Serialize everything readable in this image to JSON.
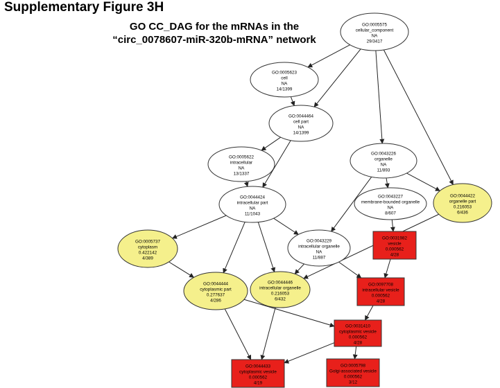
{
  "figure_label": "Supplementary Figure 3H",
  "title_line1": "GO CC_DAG for the mRNAs in the",
  "title_line2": "“circ_0078607-miR-320b-mRNA” network",
  "colors": {
    "not_enriched": "#ffffff",
    "enriched_moderate": "#f5f08c",
    "enriched_significant": "#e8201b"
  },
  "nodes": [
    {
      "id": "GO:0005575",
      "name": "cellular_component",
      "p": "NA",
      "ratio": "29/3417",
      "status": "not_enriched"
    },
    {
      "id": "GO:0005623",
      "name": "cell",
      "p": "NA",
      "ratio": "14/1399",
      "status": "not_enriched"
    },
    {
      "id": "GO:0044464",
      "name": "cell part",
      "p": "NA",
      "ratio": "14/1399",
      "status": "not_enriched"
    },
    {
      "id": "GO:0005622",
      "name": "intracellular",
      "p": "NA",
      "ratio": "13/1337",
      "status": "not_enriched"
    },
    {
      "id": "GO:0043226",
      "name": "organelle",
      "p": "NA",
      "ratio": "11/893",
      "status": "not_enriched"
    },
    {
      "id": "GO:0044424",
      "name": "intracellular part",
      "p": "NA",
      "ratio": "11/1043",
      "status": "not_enriched"
    },
    {
      "id": "GO:0043227",
      "name": "membrane-bounded organelle",
      "p": "NA",
      "ratio": "8/607",
      "status": "not_enriched"
    },
    {
      "id": "GO:0044422",
      "name": "organelle part",
      "p": "0.216053",
      "ratio": "6/436",
      "status": "enriched_moderate"
    },
    {
      "id": "GO:0005737",
      "name": "cytoplasm",
      "p": "0.422142",
      "ratio": "4/389",
      "status": "enriched_moderate"
    },
    {
      "id": "GO:0043229",
      "name": "intracellular organelle",
      "p": "NA",
      "ratio": "11/887",
      "status": "not_enriched"
    },
    {
      "id": "GO:0031982",
      "name": "vesicle",
      "p": "0.000562",
      "ratio": "4/28",
      "status": "enriched_significant"
    },
    {
      "id": "GO:0044444",
      "name": "cytoplasmic part",
      "p": "0.277637",
      "ratio": "4/286",
      "status": "enriched_moderate"
    },
    {
      "id": "GO:0044446",
      "name": "intracellular organelle",
      "p": "0.216053",
      "ratio": "6/432",
      "status": "enriched_moderate"
    },
    {
      "id": "GO:0097708",
      "name": "intracellular vesicle",
      "p": "0.000562",
      "ratio": "4/28",
      "status": "enriched_significant"
    },
    {
      "id": "GO:0031410",
      "name": "cytoplasmic vesicle",
      "p": "0.000562",
      "ratio": "4/28",
      "status": "enriched_significant"
    },
    {
      "id": "GO:0044433",
      "name": "cytoplasmic vesicle",
      "p": "0.000562",
      "ratio": "4/19",
      "status": "enriched_significant"
    },
    {
      "id": "GO:0005798",
      "name": "Golgi-associated vesicle",
      "p": "0.000562",
      "ratio": "3/12",
      "status": "enriched_significant"
    }
  ],
  "edges": [
    [
      "GO:0005575",
      "GO:0005623"
    ],
    [
      "GO:0005575",
      "GO:0044464"
    ],
    [
      "GO:0005575",
      "GO:0043226"
    ],
    [
      "GO:0005575",
      "GO:0044422"
    ],
    [
      "GO:0005623",
      "GO:0044464"
    ],
    [
      "GO:0044464",
      "GO:0005622"
    ],
    [
      "GO:0044464",
      "GO:0044424"
    ],
    [
      "GO:0005622",
      "GO:0044424"
    ],
    [
      "GO:0043226",
      "GO:0043227"
    ],
    [
      "GO:0043226",
      "GO:0044422"
    ],
    [
      "GO:0043226",
      "GO:0043229"
    ],
    [
      "GO:0044424",
      "GO:0005737"
    ],
    [
      "GO:0044424",
      "GO:0044444"
    ],
    [
      "GO:0044424",
      "GO:0043229"
    ],
    [
      "GO:0044424",
      "GO:0044446"
    ],
    [
      "GO:0043227",
      "GO:0031982"
    ],
    [
      "GO:0044422",
      "GO:0044446"
    ],
    [
      "GO:0005737",
      "GO:0044444"
    ],
    [
      "GO:0043229",
      "GO:0044446"
    ],
    [
      "GO:0043229",
      "GO:0097708"
    ],
    [
      "GO:0031982",
      "GO:0097708"
    ],
    [
      "GO:0044444",
      "GO:0031410"
    ],
    [
      "GO:0044444",
      "GO:0044433"
    ],
    [
      "GO:0044446",
      "GO:0044433"
    ],
    [
      "GO:0097708",
      "GO:0031410"
    ],
    [
      "GO:0031410",
      "GO:0044433"
    ],
    [
      "GO:0031410",
      "GO:0005798"
    ]
  ]
}
